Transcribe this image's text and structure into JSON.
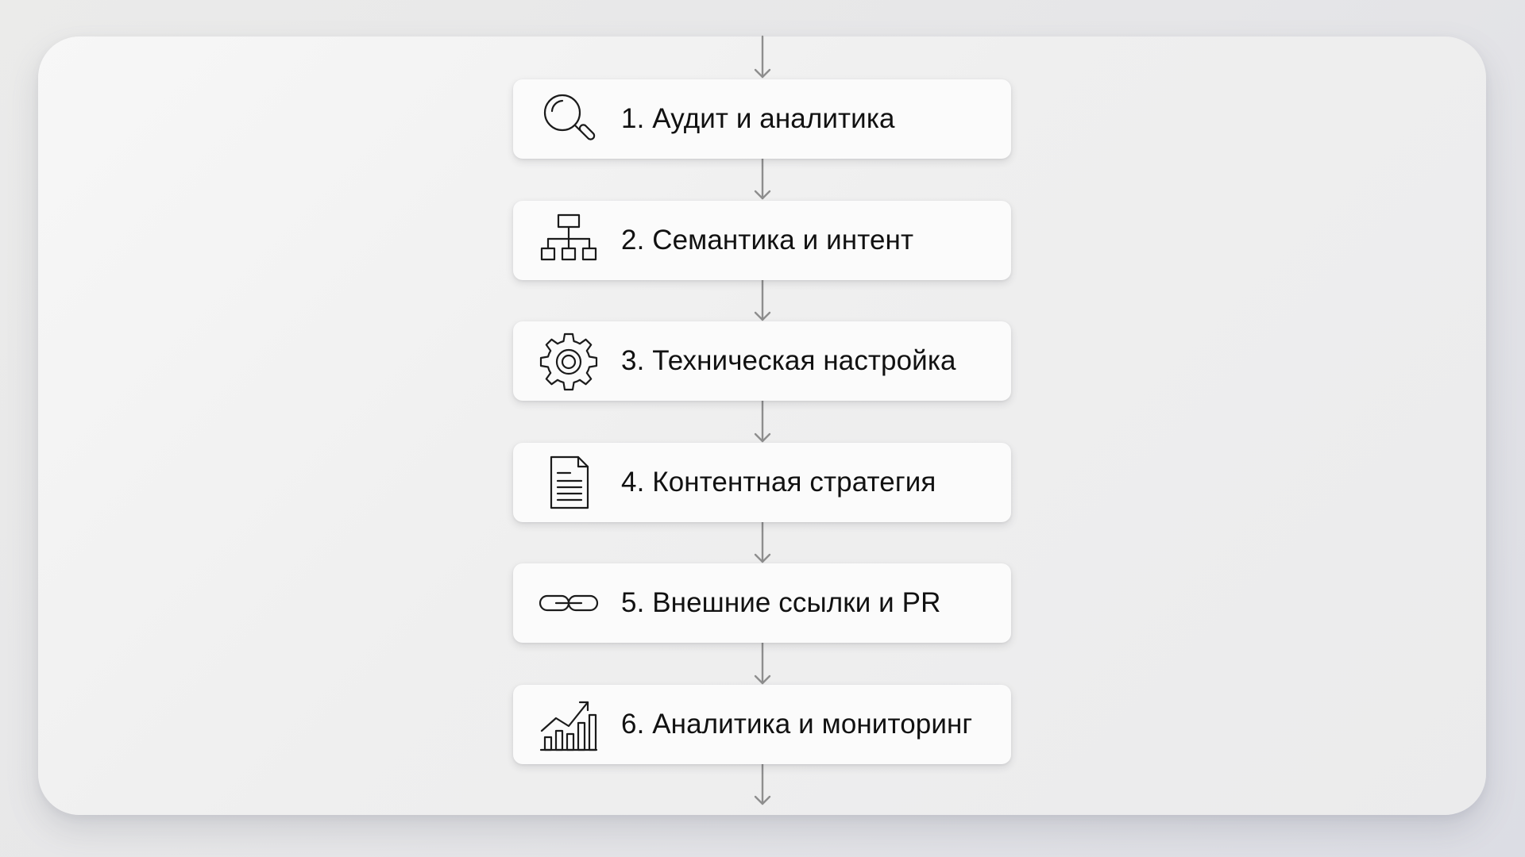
{
  "steps": [
    {
      "label": "1. Аудит и аналитика",
      "icon": "magnifier-icon"
    },
    {
      "label": "2. Семантика и интент",
      "icon": "hierarchy-icon"
    },
    {
      "label": "3. Техническая настройка",
      "icon": "gear-icon"
    },
    {
      "label": "4. Контентная стратегия",
      "icon": "document-icon"
    },
    {
      "label": "5. Внешние ссылки и PR",
      "icon": "link-icon"
    },
    {
      "label": "6. Аналитика и мониторинг",
      "icon": "growth-chart-icon"
    }
  ],
  "colors": {
    "arrow": "#8e8e8e",
    "card_background": "#fbfbfb",
    "text": "#111111",
    "icon_stroke": "#1b1b1b"
  }
}
